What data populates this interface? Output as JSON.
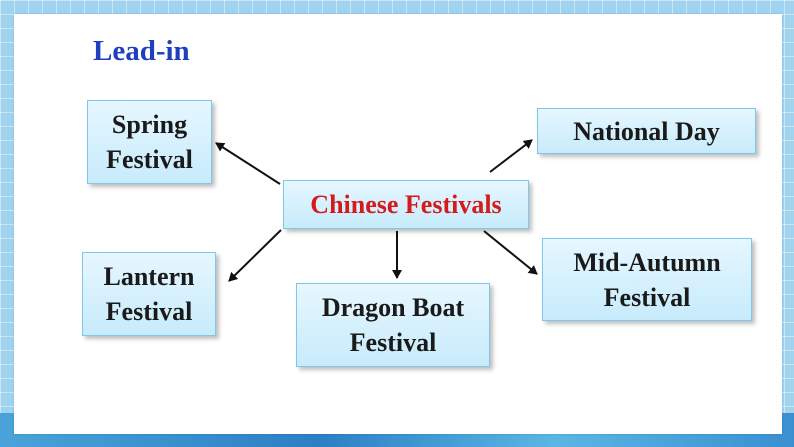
{
  "title": "Lead-in",
  "center": {
    "label": "Chinese Festivals"
  },
  "festivals": {
    "spring": {
      "line1": "Spring",
      "line2": "Festival"
    },
    "national": {
      "label": "National Day"
    },
    "lantern": {
      "line1": "Lantern",
      "line2": "Festival"
    },
    "dragon": {
      "line1": "Dragon Boat",
      "line2": "Festival"
    },
    "midautumn": {
      "line1": "Mid-Autumn",
      "line2": "Festival"
    }
  },
  "colors": {
    "title": "#1f3fbf",
    "center_text": "#d41a1a",
    "box_fill": "#d6f0fc",
    "box_border": "#7fc6e8"
  }
}
